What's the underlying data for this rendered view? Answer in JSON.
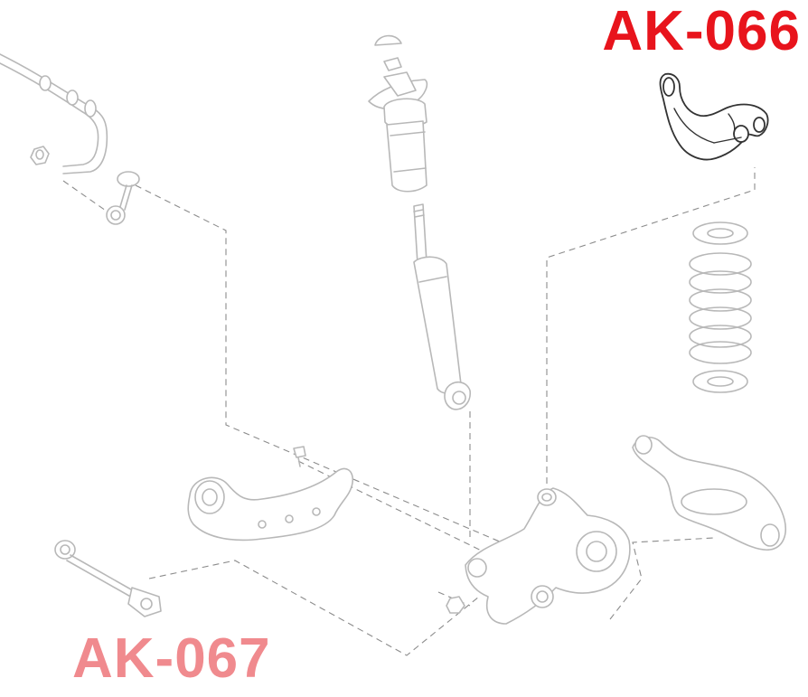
{
  "labels": {
    "upper_arm_code": "AK-066",
    "trailing_arm_code": "AK-067"
  },
  "colors": {
    "upper_arm_code": "#e8141c",
    "trailing_arm_code": "#f08a8e",
    "faded_line": "#b8b8b8",
    "highlight_line": "#333333",
    "leader_line": "#8c8c8c"
  },
  "parts": [
    "stabilizer-bar",
    "stabilizer-link",
    "bushing-nut",
    "shock-absorber-upper-mount",
    "shock-absorber",
    "coil-spring",
    "spring-upper-seat",
    "spring-lower-seat",
    "upper-control-arm",
    "trailing-arm",
    "toe-link",
    "knuckle-hub",
    "lower-control-arm"
  ]
}
